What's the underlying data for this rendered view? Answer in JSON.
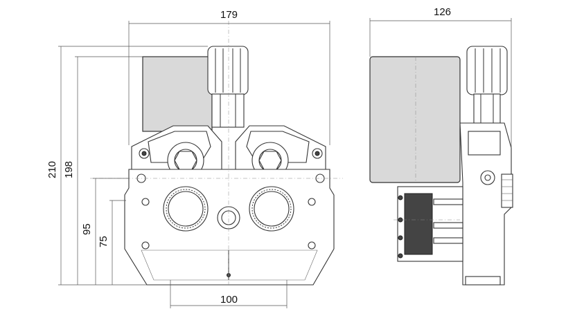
{
  "dimensions": {
    "front_width": "179",
    "side_width": "126",
    "total_height": "210",
    "body_height": "198",
    "upper_axis_height": "95",
    "lower_axis_height": "75",
    "bottom_width": "100"
  }
}
